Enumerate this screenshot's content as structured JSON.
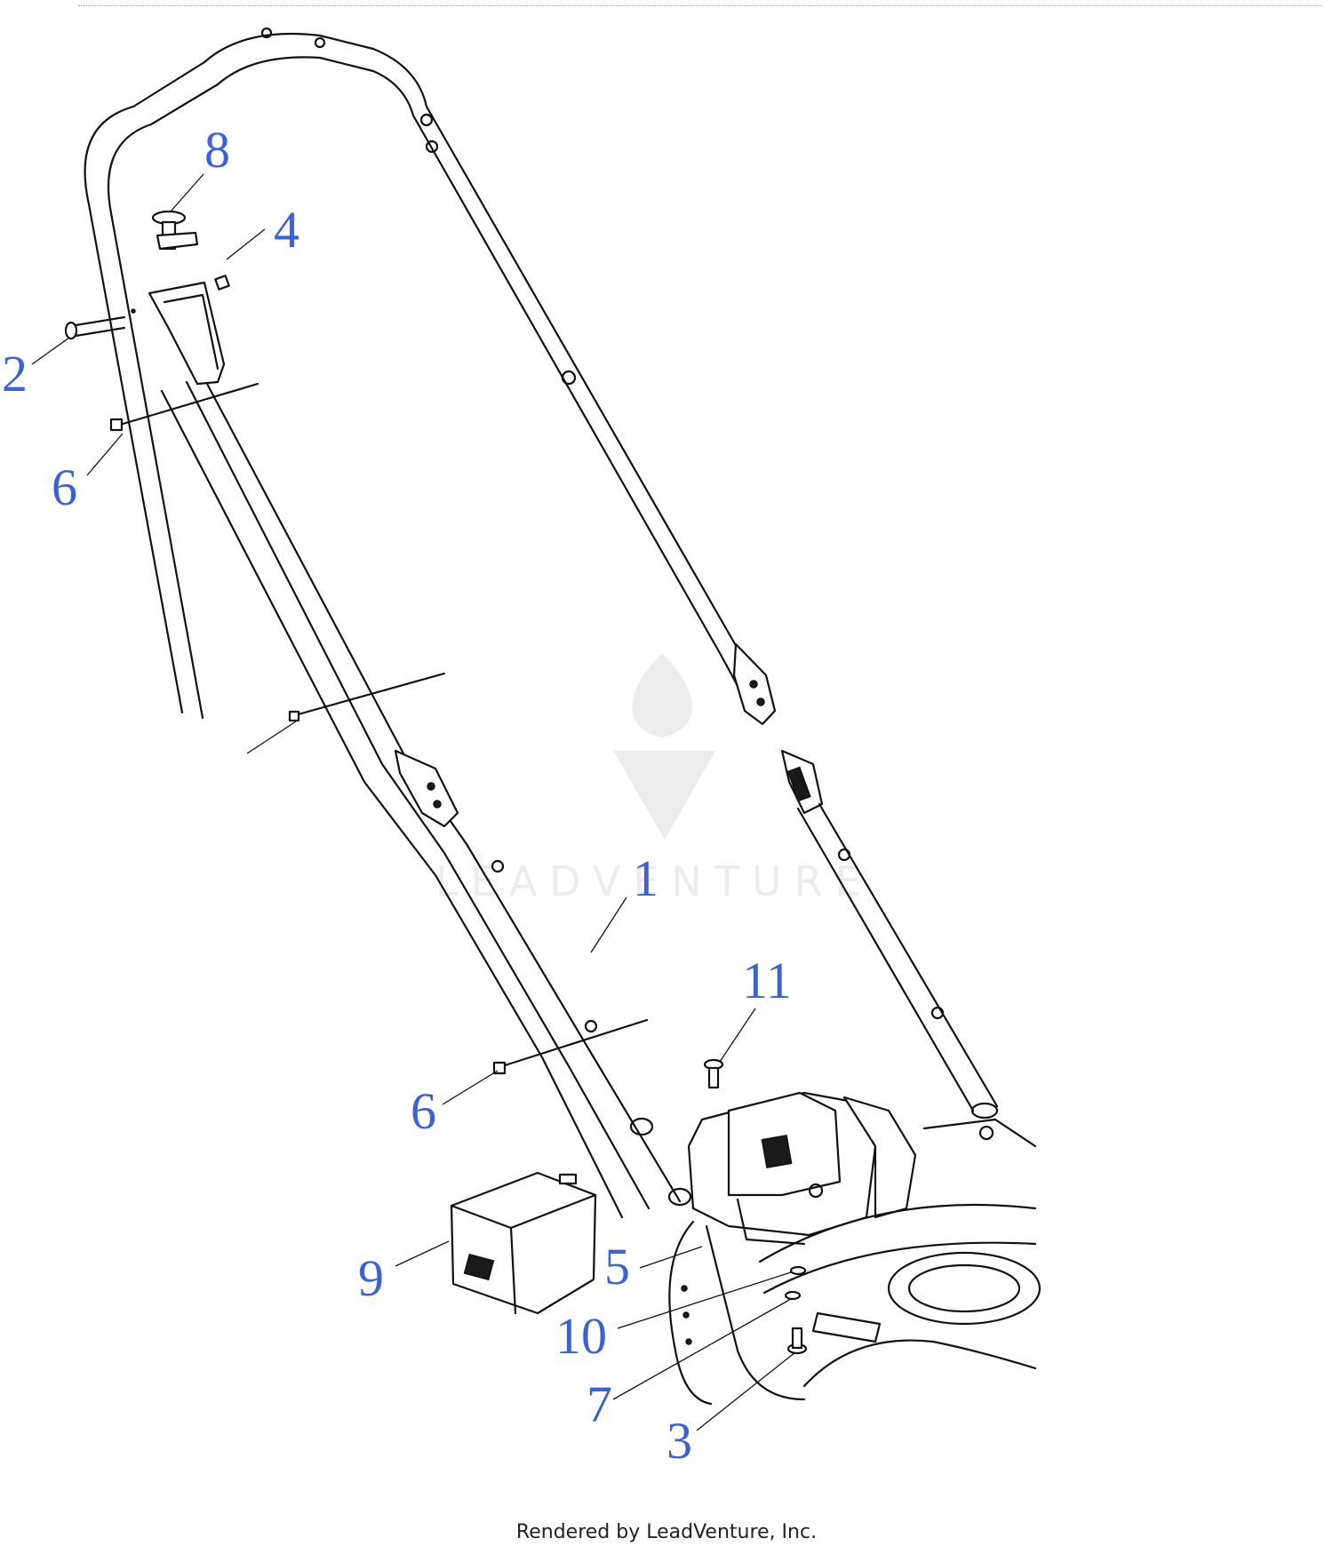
{
  "diagram": {
    "callouts": [
      "1",
      "2",
      "3",
      "4",
      "5",
      "6",
      "6",
      "7",
      "8",
      "9",
      "10",
      "11"
    ]
  },
  "watermark": "LEADVENTURE",
  "footer": "Rendered by LeadVenture, Inc."
}
